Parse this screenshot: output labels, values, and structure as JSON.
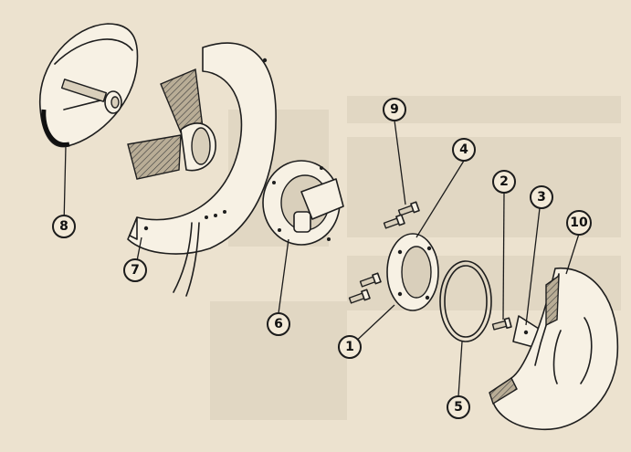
{
  "callouts": [
    {
      "id": "1",
      "label": "1"
    },
    {
      "id": "2",
      "label": "2"
    },
    {
      "id": "3",
      "label": "3"
    },
    {
      "id": "4",
      "label": "4"
    },
    {
      "id": "5",
      "label": "5"
    },
    {
      "id": "6",
      "label": "6"
    },
    {
      "id": "7",
      "label": "7"
    },
    {
      "id": "8",
      "label": "8"
    },
    {
      "id": "9",
      "label": "9"
    },
    {
      "id": "10",
      "label": "10"
    }
  ],
  "colors": {
    "paper": "#ece2cf",
    "ink": "#1e1e1e"
  }
}
